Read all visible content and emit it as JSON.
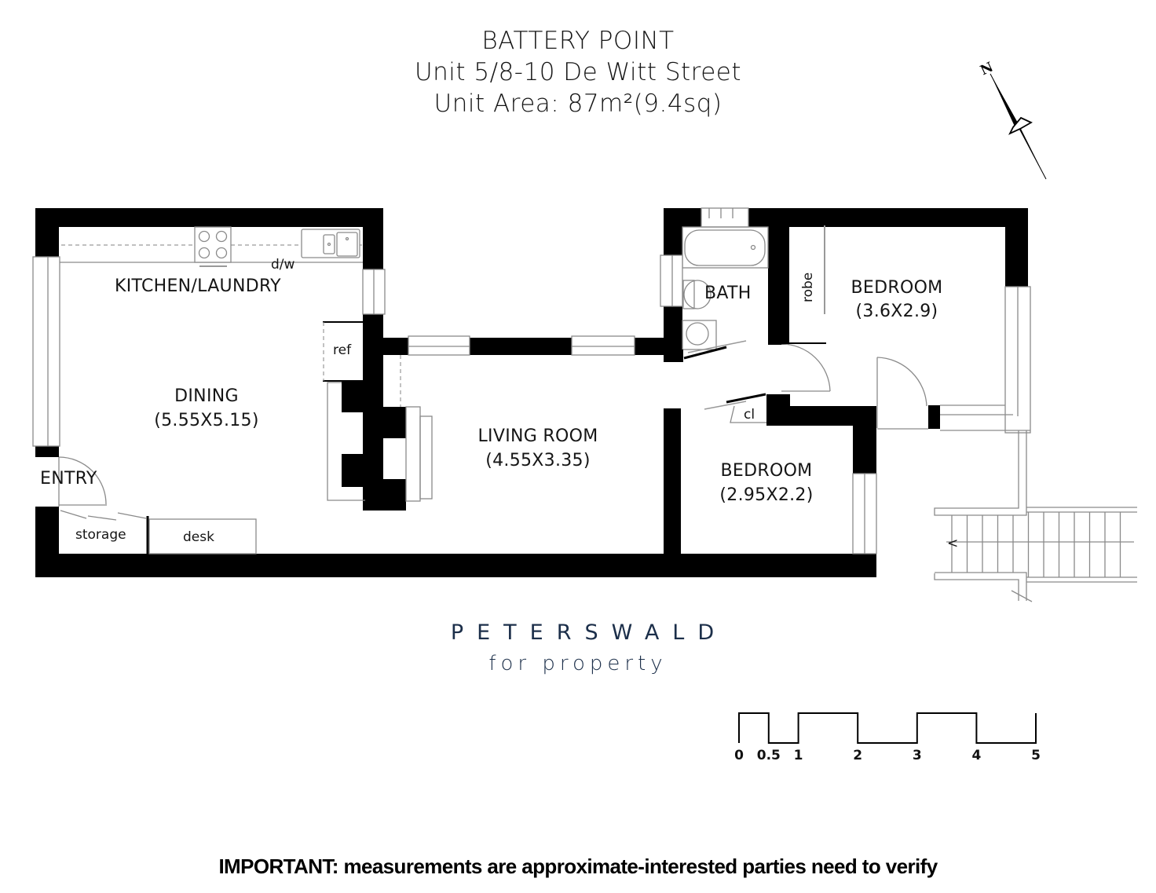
{
  "header": {
    "suburb": "BATTERY POINT",
    "address": "Unit 5/8-10 De Witt Street",
    "area": "Unit Area: 87m²(9.4sq)"
  },
  "compass": {
    "label": "N",
    "icon": "north-arrow-icon"
  },
  "rooms": {
    "kitchen": {
      "name": "KITCHEN/LAUNDRY"
    },
    "dishwasher": {
      "name": "d/w"
    },
    "fridge": {
      "name": "ref"
    },
    "dining": {
      "name": "DINING",
      "size": "(5.55X5.15)"
    },
    "entry": {
      "name": "ENTRY"
    },
    "storage": {
      "name": "storage"
    },
    "desk": {
      "name": "desk"
    },
    "living": {
      "name": "LIVING ROOM",
      "size": "(4.55X3.35)"
    },
    "bath": {
      "name": "BATH"
    },
    "robe": {
      "name": "robe"
    },
    "bedroom1": {
      "name": "BEDROOM",
      "size": "(3.6X2.9)"
    },
    "closet": {
      "name": "cl"
    },
    "bedroom2": {
      "name": "BEDROOM",
      "size": "(2.95X2.2)"
    },
    "stairs_arrow": {
      "name": "<"
    }
  },
  "logo": {
    "brand": "PETERSWALD",
    "tagline": "for property",
    "color": "#1c2f4a"
  },
  "scale_bar": {
    "unit": "m",
    "ticks": [
      "0",
      "0.5",
      "1",
      "2",
      "3",
      "4",
      "5"
    ]
  },
  "disclaimer": "IMPORTANT: measurements are approximate-interested parties need to verify"
}
